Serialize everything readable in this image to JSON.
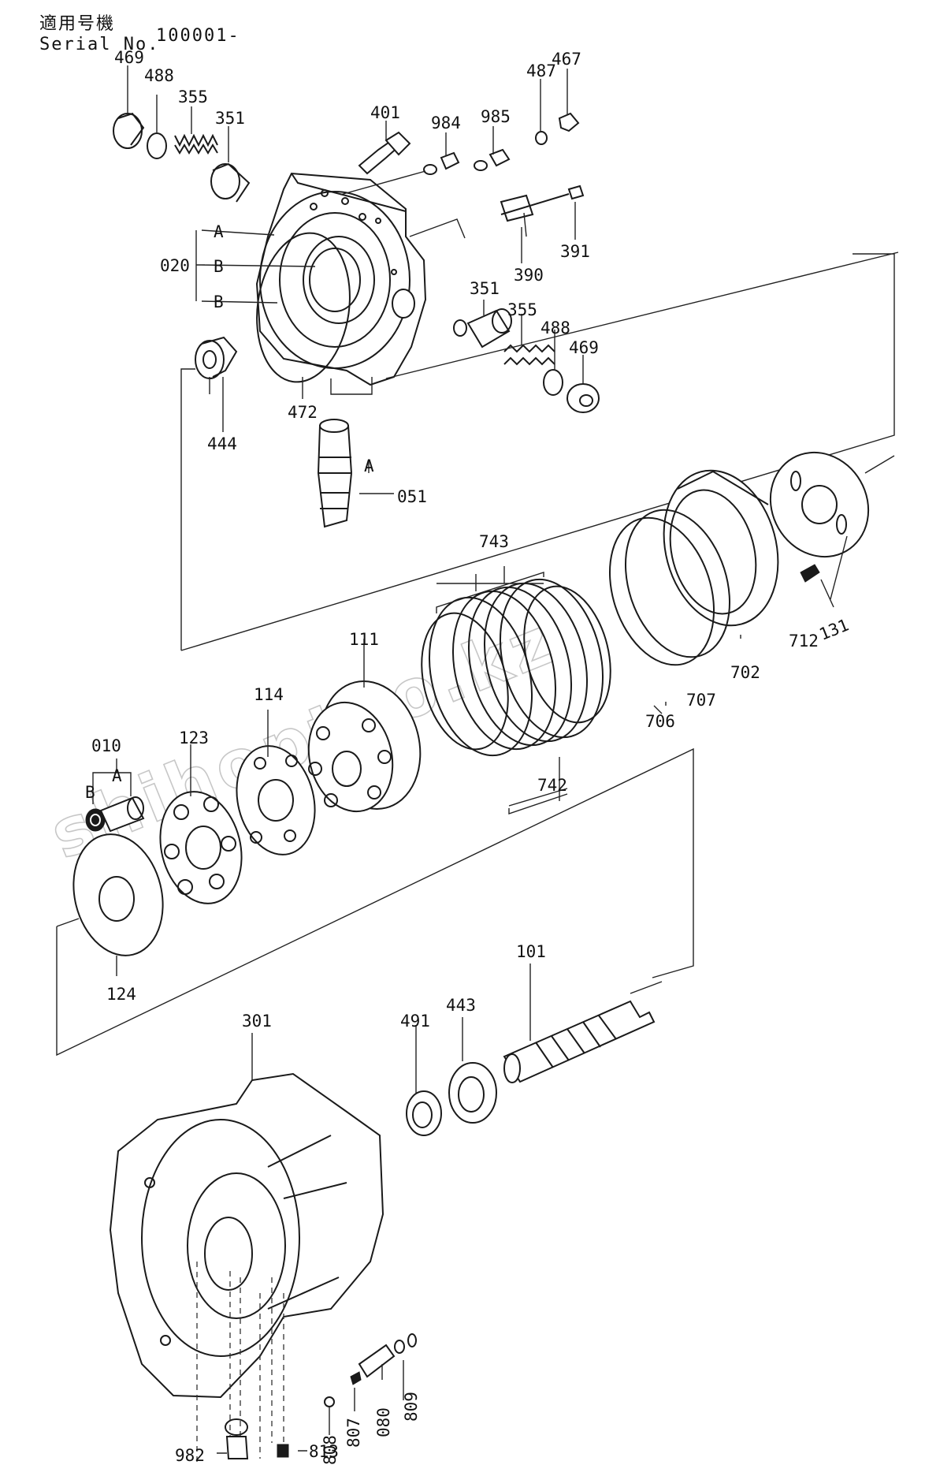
{
  "header": {
    "applicable_model": "適用号機",
    "serial_label": "Serial No.",
    "serial_value": "100001-"
  },
  "watermark": "shihoptoo.kz",
  "callouts": {
    "p469a": "469",
    "p488a": "488",
    "p355a": "355",
    "p351a": "351",
    "p401": "401",
    "p984": "984",
    "p985": "985",
    "p487": "487",
    "p467": "467",
    "p391": "391",
    "p390": "390",
    "p020": "020",
    "refA1": "A",
    "refB1": "B",
    "refB2": "B",
    "p351b": "351",
    "p355b": "355",
    "p488b": "488",
    "p469b": "469",
    "p444": "444",
    "p472": "472",
    "p051": "051",
    "refA2": "A",
    "p743": "743",
    "p111": "111",
    "p114": "114",
    "p706": "706",
    "p707": "707",
    "p702": "702",
    "p712": "712",
    "p131": "131",
    "p742": "742",
    "p010": "010",
    "refB3": "B",
    "refA3": "A",
    "p123": "123",
    "p124": "124",
    "p101": "101",
    "p443": "443",
    "p491": "491",
    "p301": "301",
    "p809": "809",
    "p080": "080",
    "p807": "807",
    "p808": "808",
    "p982": "982",
    "p813": "813"
  }
}
